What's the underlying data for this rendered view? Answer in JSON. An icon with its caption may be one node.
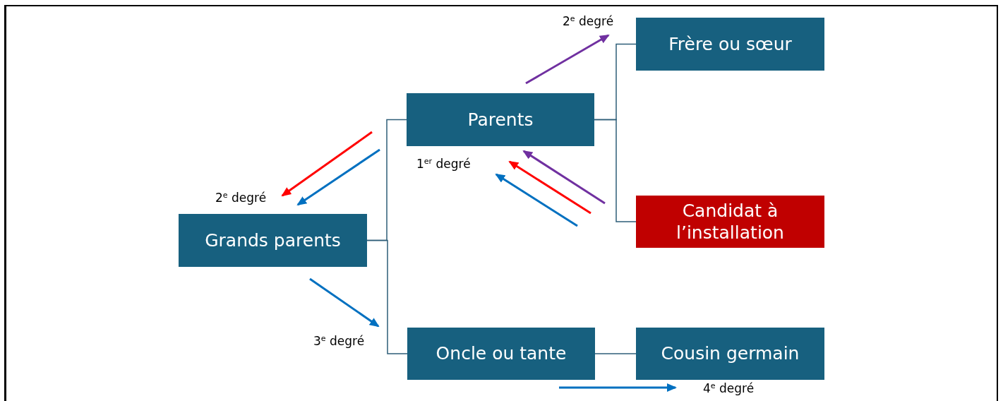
{
  "diagram": {
    "nodes": [
      {
        "text": [
          "Frère ou sœur"
        ]
      },
      {
        "text": [
          "Parents"
        ]
      },
      {
        "text": [
          "Candidat à l’installation"
        ]
      },
      {
        "text": [
          "Grands parents"
        ]
      },
      {
        "text": [
          "Oncle ou tante"
        ]
      },
      {
        "text": [
          "Cousin germain"
        ]
      }
    ],
    "edges": [
      {
        "from": 3,
        "to": 1,
        "arrow": "none"
      },
      {
        "from": 3,
        "to": 4,
        "arrow": "none"
      },
      {
        "from": 1,
        "to": 0,
        "arrow": "none"
      },
      {
        "from": 1,
        "to": 2,
        "arrow": "none"
      },
      {
        "from": 4,
        "to": 5,
        "arrow": "none"
      }
    ],
    "labels": [
      "2$^{e}$ degré",
      "1$^{er}$ degré",
      "2$^{e}$ degré",
      "3$^{e}$ degré",
      "4$^{e}$ degré"
    ]
  }
}
